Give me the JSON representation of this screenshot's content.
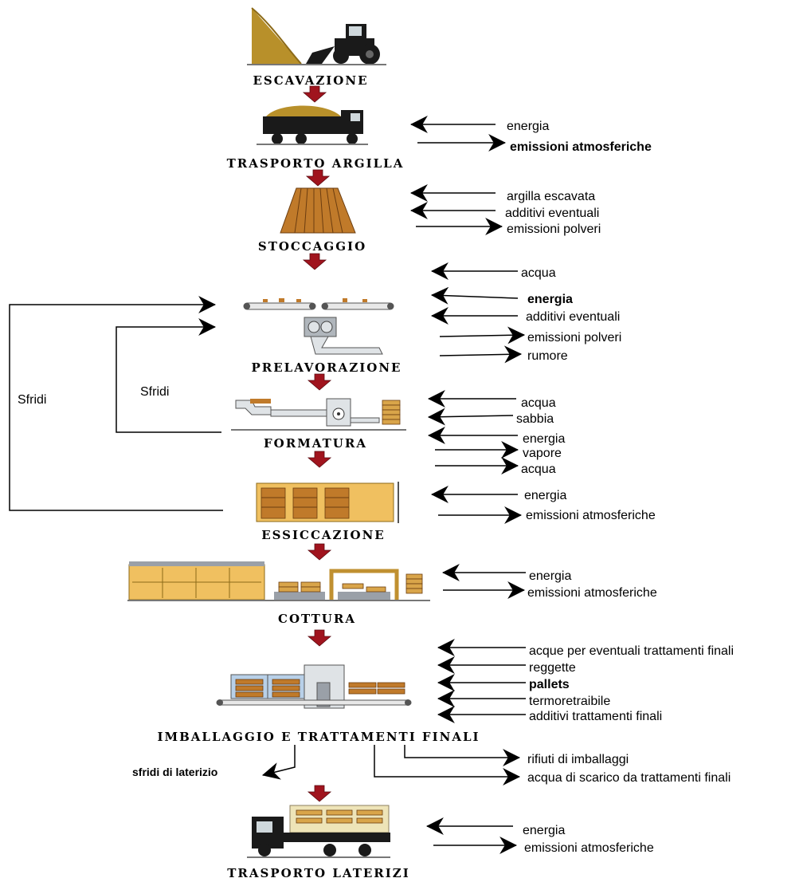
{
  "stages": [
    {
      "id": "escavazione",
      "label": "ESCAVAZIONE",
      "icon": "excavator-icon"
    },
    {
      "id": "trasporto_argilla",
      "label": "TRASPORTO ARGILLA",
      "icon": "clay-truck-icon",
      "inputs": [
        "energia"
      ],
      "outputs": [
        "emissioni atmosferiche"
      ]
    },
    {
      "id": "stoccaggio",
      "label": "STOCCAGGIO",
      "icon": "stockpile-icon",
      "inputs": [
        "argilla escavata",
        "additivi eventuali"
      ],
      "outputs": [
        "emissioni polveri"
      ]
    },
    {
      "id": "prelavorazione",
      "label": "PRELAVORAZIONE",
      "icon": "conveyor-mill-icon",
      "inputs": [
        "acqua",
        "energia",
        "additivi eventuali"
      ],
      "outputs": [
        "emissioni polveri",
        "rumore"
      ]
    },
    {
      "id": "formatura",
      "label": "FORMATURA",
      "icon": "extruder-icon",
      "inputs": [
        "acqua",
        "sabbia",
        "energia"
      ],
      "outputs": [
        "vapore",
        "acqua"
      ]
    },
    {
      "id": "essiccazione",
      "label": "ESSICCAZIONE",
      "icon": "dryer-icon",
      "inputs": [
        "energia"
      ],
      "outputs": [
        "emissioni atmosferiche"
      ]
    },
    {
      "id": "cottura",
      "label": "COTTURA",
      "icon": "kiln-icon",
      "inputs": [
        "energia"
      ],
      "outputs": [
        "emissioni atmosferiche"
      ]
    },
    {
      "id": "imballaggio",
      "label": "IMBALLAGGIO E TRATTAMENTI FINALI",
      "icon": "packaging-line-icon",
      "inputs": [
        "acque per eventuali trattamenti finali",
        "reggette",
        "pallets",
        "termoretraibile",
        "additivi trattamenti finali"
      ],
      "outputs": [
        "rifiuti di imballaggi",
        "acqua di scarico da trattamenti finali"
      ],
      "side_output": "sfridi di laterizio"
    },
    {
      "id": "trasporto_laterizi",
      "label": "TRASPORTO LATERIZI",
      "icon": "brick-truck-icon",
      "inputs": [
        "energia"
      ],
      "outputs": [
        "emissioni atmosferiche"
      ]
    }
  ],
  "recycle_loops": [
    {
      "label": "Sfridi",
      "from": "essiccazione",
      "to": "prelavorazione"
    },
    {
      "label": "Sfridi",
      "from": "formatura",
      "to": "prelavorazione"
    }
  ],
  "colors": {
    "flow_arrow": "#a0141e",
    "clay": "#b8902a",
    "wood": "#c07a2a",
    "brick": "#d9a54a",
    "machine": "#9aa0a8",
    "dark": "#1a1a1a"
  }
}
